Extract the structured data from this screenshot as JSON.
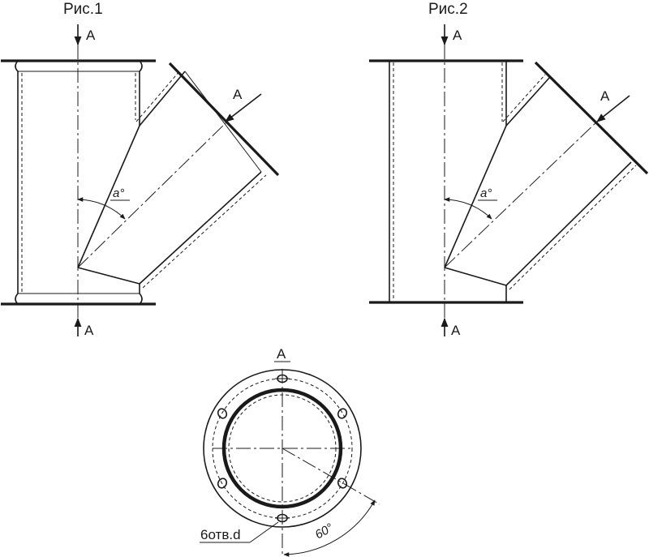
{
  "figures": {
    "fig1_title": "Рис.1",
    "fig2_title": "Рис.2"
  },
  "section": {
    "letter": "A",
    "view_title": "A"
  },
  "dimensions": {
    "angle_label": "a°",
    "bolt_angle_label": "60°",
    "holes_label": "6отв.d"
  }
}
